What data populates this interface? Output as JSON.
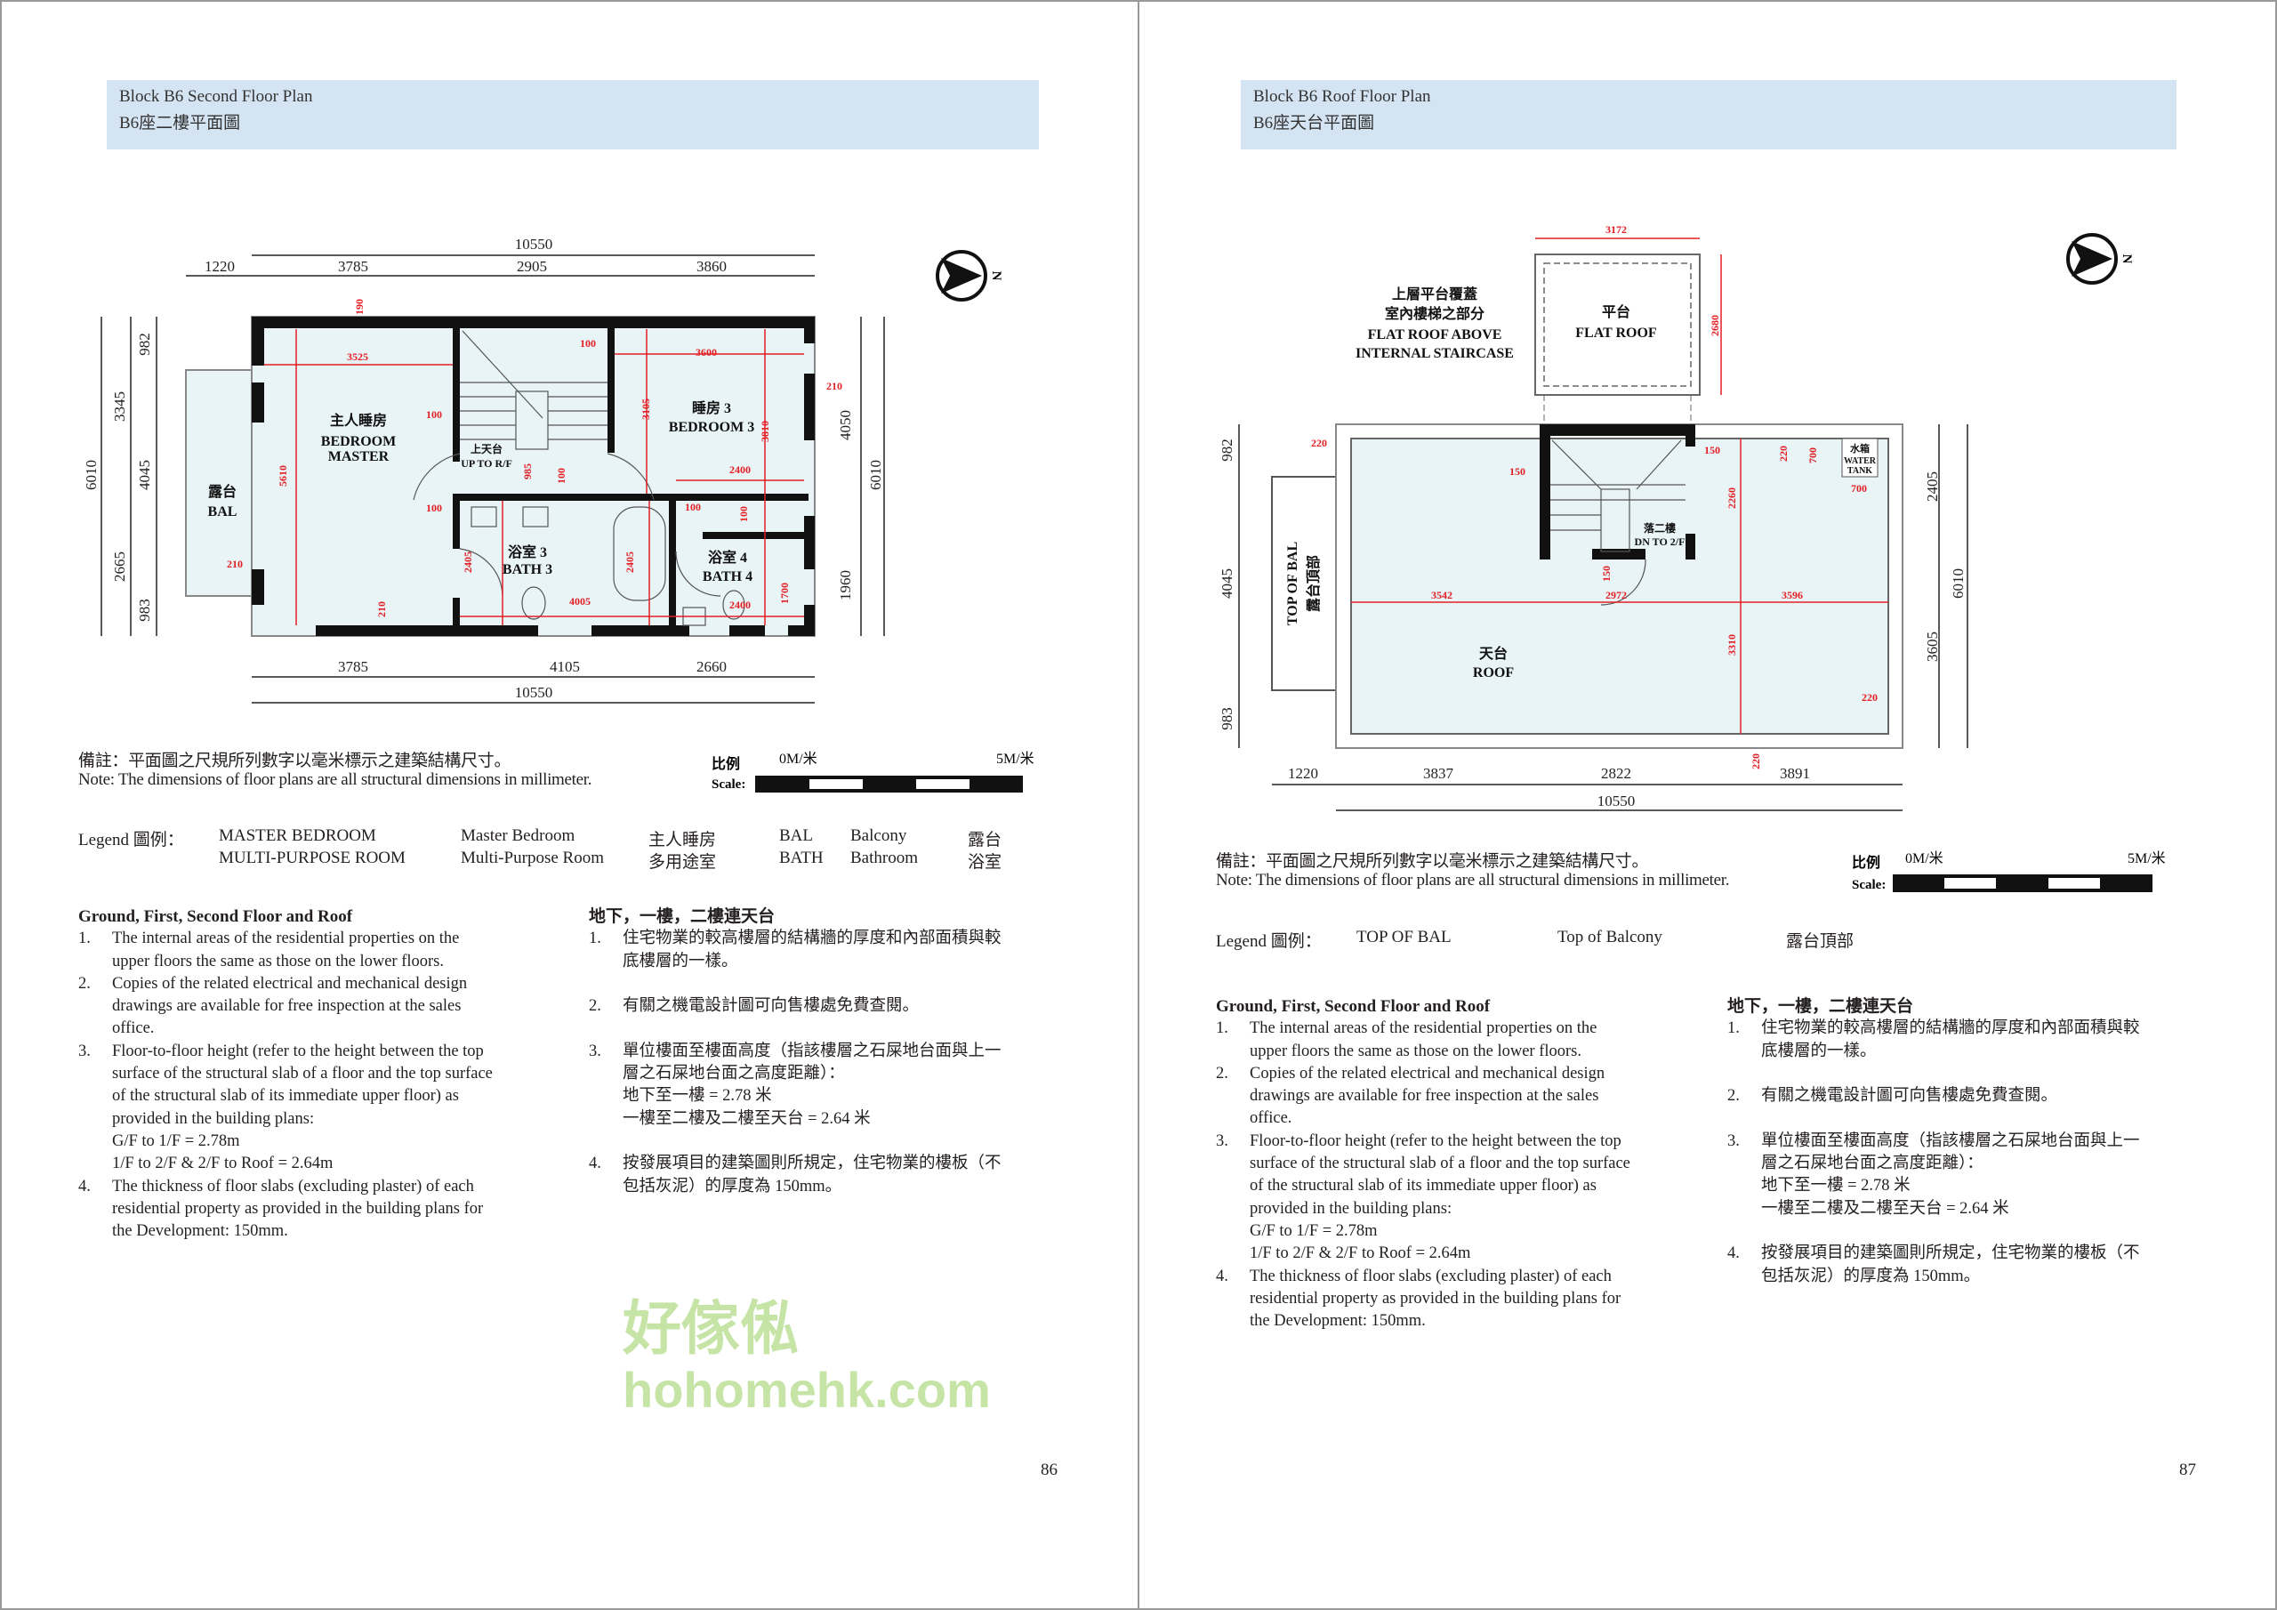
{
  "left_page": {
    "header": {
      "title_en": "Block B6 Second Floor Plan",
      "title_zh": "B6座二樓平面圖"
    },
    "plan": {
      "dims_top": [
        "10550",
        "1220",
        "3785",
        "2905",
        "3860"
      ],
      "dims_bottom": [
        "3785",
        "4105",
        "2660",
        "10550"
      ],
      "dims_left": [
        "6010",
        "3345",
        "4045",
        "2665",
        "982",
        "983"
      ],
      "dims_right": [
        "4050",
        "1960",
        "6010"
      ],
      "red_dims": [
        "190",
        "3525",
        "100",
        "5610",
        "100",
        "210",
        "210",
        "100",
        "985",
        "100",
        "3600",
        "3105",
        "3810",
        "210",
        "2400",
        "100",
        "100",
        "2405",
        "4005",
        "2405",
        "1700",
        "2400"
      ],
      "rooms": {
        "master_zh": "主人睡房",
        "master_en1": "BEDROOM",
        "master_en2": "MASTER",
        "bal_zh": "露台",
        "bal_en": "BAL",
        "stair_zh": "上天台",
        "stair_en": "UP TO R/F",
        "bed3_zh": "睡房 3",
        "bed3_en": "BEDROOM 3",
        "bath3_zh": "浴室 3",
        "bath3_en": "BATH 3",
        "bath4_zh": "浴室 4",
        "bath4_en": "BATH 4"
      },
      "north_label": "N"
    },
    "note_zh": "備註：平面圖之尺規所列數字以毫米標示之建築結構尺寸。",
    "note_en": "Note: The dimensions of floor plans are all structural dimensions in millimeter.",
    "legend": {
      "label": "Legend 圖例：",
      "rows": [
        [
          "MASTER BEDROOM",
          "Master Bedroom",
          "主人睡房",
          "BAL",
          "Balcony",
          "露台"
        ],
        [
          "MULTI-PURPOSE ROOM",
          "Multi-Purpose Room",
          "多用途室",
          "BATH",
          "Bathroom",
          "浴室"
        ]
      ]
    },
    "page_number": "86"
  },
  "right_page": {
    "header": {
      "title_en": "Block B6 Roof Floor Plan",
      "title_zh": "B6座天台平面圖"
    },
    "plan": {
      "dims_bottom": [
        "1220",
        "3837",
        "2822",
        "3891",
        "10550"
      ],
      "dims_left": [
        "982",
        "4045",
        "983"
      ],
      "dims_right": [
        "2405",
        "3605",
        "6010"
      ],
      "red_dims": [
        "3172",
        "2680",
        "220",
        "150",
        "150",
        "220",
        "700",
        "700",
        "2260",
        "150",
        "3542",
        "2972",
        "3596",
        "3310",
        "220",
        "220"
      ],
      "labels": {
        "above_zh1": "上層平台覆蓋",
        "above_zh2": "室內樓梯之部分",
        "above_en1": "FLAT ROOF ABOVE",
        "above_en2": "INTERNAL STAIRCASE",
        "flat_zh": "平台",
        "flat_en": "FLAT ROOF",
        "roof_zh": "天台",
        "roof_en": "ROOF",
        "tank_zh": "水箱",
        "tank_en1": "WATER",
        "tank_en2": "TANK",
        "dn_zh": "落二樓",
        "dn_en": "DN TO 2/F",
        "topbal_en": "TOP OF BAL",
        "topbal_zh": "露台頂部"
      },
      "north_label": "N"
    },
    "note_zh": "備註：平面圖之尺規所列數字以毫米標示之建築結構尺寸。",
    "note_en": "Note: The dimensions of floor plans are all structural dimensions in millimeter.",
    "legend": {
      "label": "Legend 圖例：",
      "row": [
        "TOP OF BAL",
        "Top of Balcony",
        "露台頂部"
      ]
    },
    "page_number": "87"
  },
  "scale": {
    "label_zh": "比例",
    "label_en": "Scale:",
    "start": "0M/米",
    "end": "5M/米"
  },
  "notes": {
    "heading_en": "Ground, First, Second Floor and Roof",
    "heading_zh": "地下，一樓，二樓連天台",
    "items_en": [
      [
        "The internal areas of the residential properties on the",
        "upper floors the same as those on the lower floors."
      ],
      [
        "Copies of the related electrical and mechanical design",
        "drawings are available for free inspection at the sales",
        "office."
      ],
      [
        "Floor-to-floor height (refer to the height between the top",
        "surface of the structural slab of a floor and the top surface",
        "of the structural slab of its immediate upper floor) as",
        "provided in the building plans:",
        "G/F to 1/F = 2.78m",
        "1/F to 2/F & 2/F to Roof = 2.64m"
      ],
      [
        "The thickness of floor slabs (excluding plaster) of each",
        "residential property as provided in the building plans for",
        "the Development: 150mm."
      ]
    ],
    "items_zh": [
      [
        "住宅物業的較高樓層的結構牆的厚度和內部面積與較",
        "底樓層的一樣。"
      ],
      [
        "有關之機電設計圖可向售樓處免費查閱。"
      ],
      [
        "單位樓面至樓面高度（指該樓層之石屎地台面與上一",
        "層之石屎地台面之高度距離）：",
        "地下至一樓 = 2.78 米",
        "一樓至二樓及二樓至天台 = 2.64 米"
      ],
      [
        "按發展項目的建築圖則所規定，住宅物業的樓板（不",
        "包括灰泥）的厚度為 150mm。"
      ]
    ]
  },
  "watermark": {
    "zh": "好傢俬",
    "en": "hohomehk.com"
  },
  "colors": {
    "header_bg": "#d5e4f3",
    "room_fill": "#e8f4f6",
    "dimension_red": "#e31e24",
    "wall": "#111111"
  }
}
